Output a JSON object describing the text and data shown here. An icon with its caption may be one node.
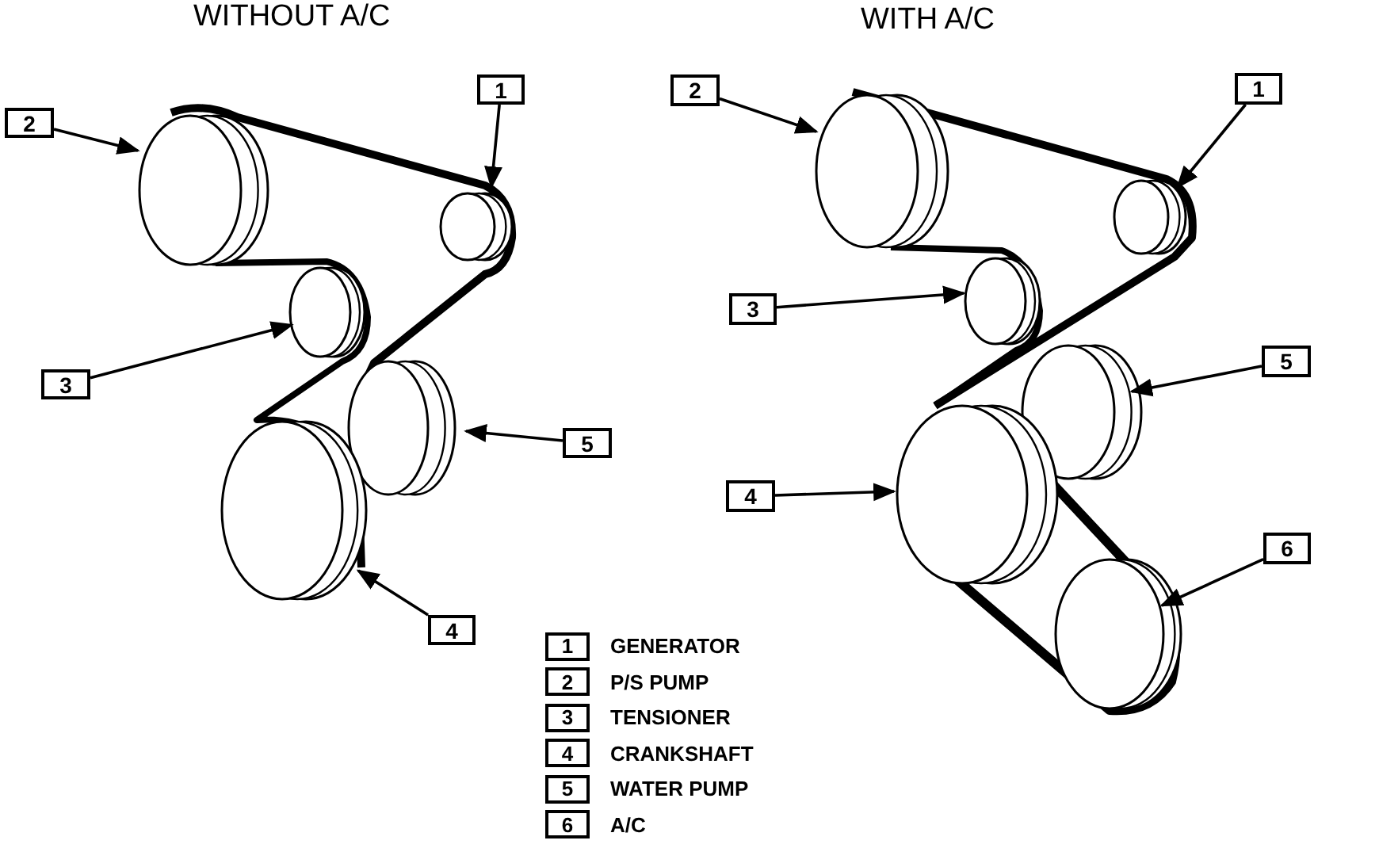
{
  "diagram": {
    "nodes": [
      {
        "text": [
          "2"
        ]
      },
      {
        "text": [],
        "shape": "circle"
      },
      {
        "text": [
          "1"
        ]
      },
      {
        "text": [],
        "shape": "circle"
      },
      {
        "text": [],
        "shape": "circle"
      },
      {
        "text": [
          "3"
        ]
      },
      {
        "text": [],
        "shape": "circle"
      },
      {
        "text": [
          "5"
        ]
      },
      {
        "text": [],
        "shape": "circle"
      },
      {
        "text": [
          "4"
        ]
      },
      {
        "text": [
          "2"
        ]
      },
      {
        "text": [],
        "shape": "circle"
      },
      {
        "text": [
          "1"
        ]
      },
      {
        "text": [],
        "shape": "circle"
      },
      {
        "text": [],
        "shape": "circle"
      },
      {
        "text": [
          "3"
        ]
      },
      {
        "text": [],
        "shape": "circle"
      },
      {
        "text": [
          "5"
        ]
      },
      {
        "text": [
          "4"
        ]
      },
      {
        "text": [],
        "shape": "circle"
      },
      {
        "text": [
          "6"
        ]
      },
      {
        "text": [],
        "shape": "circle"
      }
    ],
    "edges": [
      {
        "from": 0,
        "to": 1,
        "arrow": "to"
      },
      {
        "from": 2,
        "to": 3,
        "arrow": "to"
      },
      {
        "from": 5,
        "to": 4,
        "arrow": "to"
      },
      {
        "from": 7,
        "to": 6,
        "arrow": "to"
      },
      {
        "from": 9,
        "to": 8,
        "arrow": "to"
      },
      {
        "from": 10,
        "to": 11,
        "arrow": "to"
      },
      {
        "from": 12,
        "to": 13,
        "arrow": "to"
      },
      {
        "from": 15,
        "to": 14,
        "arrow": "to"
      },
      {
        "from": 17,
        "to": 16,
        "arrow": "to"
      },
      {
        "from": 18,
        "to": 19,
        "arrow": "to"
      },
      {
        "from": 20,
        "to": 21,
        "arrow": "to"
      }
    ],
    "labels": [
      "WITHOUT A/C",
      "WITH A/C",
      "1",
      "GENERATOR",
      "2",
      "P/S PUMP",
      "3",
      "TENSIONER",
      "4",
      "CRANKSHAFT",
      "5",
      "WATER PUMP",
      "6",
      "A/C"
    ]
  }
}
